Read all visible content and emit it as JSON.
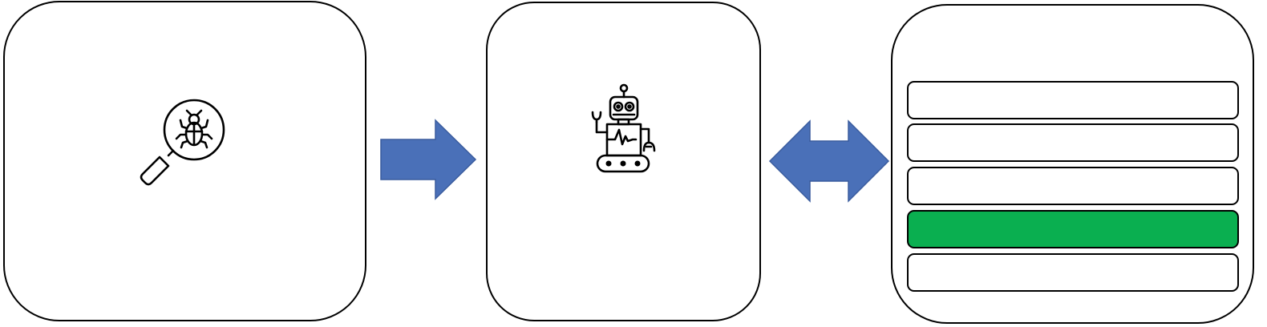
{
  "diagram": {
    "nodes": [
      {
        "id": "bug-search",
        "icon": "bug-search-icon"
      },
      {
        "id": "robot",
        "icon": "robot-icon"
      },
      {
        "id": "slot-list",
        "icon": "stacked-list"
      }
    ],
    "edges": [
      {
        "from": "bug-search",
        "to": "robot",
        "type": "one-way-arrow"
      },
      {
        "from": "robot",
        "to": "slot-list",
        "type": "two-way-arrow"
      }
    ],
    "slot_list": {
      "count": 5,
      "highlighted_index": 3
    }
  },
  "colors": {
    "arrow_fill": "#4a70b8",
    "arrow_stroke": "#3a5c9e",
    "highlight": "#0aaf50",
    "outline": "#000000",
    "background": "#ffffff"
  }
}
